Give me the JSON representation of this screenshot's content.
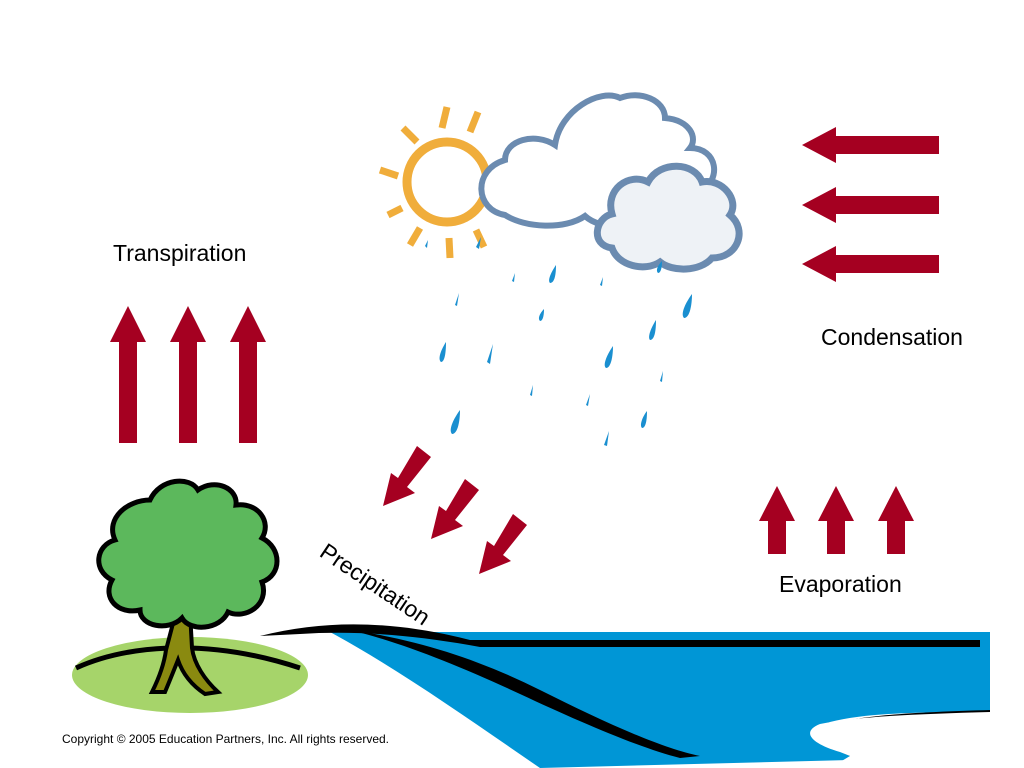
{
  "diagram": {
    "labels": {
      "transpiration": "Transpiration",
      "condensation": "Condensation",
      "precipitation": "Precipitation",
      "evaporation": "Evaporation"
    },
    "copyright": "Copyright © 2005 Education Partners, Inc. All rights reserved.",
    "colors": {
      "arrow": "#a50021",
      "sun": "#f0ad3b",
      "cloud_outline": "#6b8bb0",
      "cloud_fill": "#ffffff",
      "cloud_fill_light": "#eef2f6",
      "rain": "#1a8fd0",
      "water": "#0096d6",
      "tree_foliage": "#5cb85c",
      "tree_trunk": "#8a8a10",
      "grass": "#a6d46a"
    }
  }
}
